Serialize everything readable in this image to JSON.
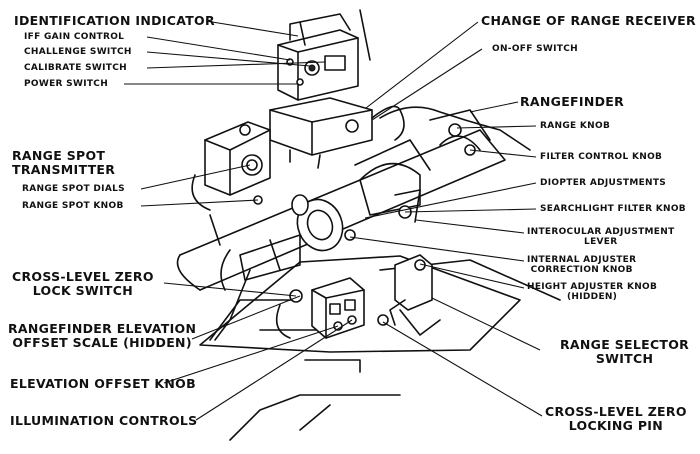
{
  "labels": {
    "identification_indicator": "IDENTIFICATION INDICATOR",
    "iff_gain_control": "IFF GAIN CONTROL",
    "challenge_switch": "CHALLENGE SWITCH",
    "calibrate_switch": "CALIBRATE SWITCH",
    "power_switch": "POWER SWITCH",
    "range_spot_transmitter_1": "RANGE SPOT",
    "range_spot_transmitter_2": "TRANSMITTER",
    "range_spot_dials": "RANGE SPOT DIALS",
    "range_spot_knob": "RANGE SPOT KNOB",
    "cross_level_zero_lock_switch_1": "CROSS-LEVEL ZERO",
    "cross_level_zero_lock_switch_2": "LOCK SWITCH",
    "rangefinder_elevation_offset_scale_1": "RANGEFINDER ELEVATION",
    "rangefinder_elevation_offset_scale_2": "OFFSET SCALE (HIDDEN)",
    "elevation_offset_knob": "ELEVATION OFFSET KNOB",
    "illumination_controls": "ILLUMINATION CONTROLS",
    "change_of_range_receiver": "CHANGE OF RANGE RECEIVER",
    "on_off_switch": "ON-OFF SWITCH",
    "rangefinder": "RANGEFINDER",
    "range_knob": "RANGE KNOB",
    "filter_control_knob": "FILTER CONTROL KNOB",
    "diopter_adjustments": "DIOPTER ADJUSTMENTS",
    "searchlight_filter_knob": "SEARCHLIGHT FILTER KNOB",
    "interocular_adjustment_lever_1": "INTEROCULAR ADJUSTMENT",
    "interocular_adjustment_lever_2": "LEVER",
    "internal_adjuster_correction_knob_1": "INTERNAL ADJUSTER",
    "internal_adjuster_correction_knob_2": "CORRECTION KNOB",
    "height_adjuster_knob_1": "HEIGHT ADJUSTER KNOB",
    "height_adjuster_knob_2": "(HIDDEN)",
    "range_selector_switch_1": "RANGE SELECTOR",
    "range_selector_switch_2": "SWITCH",
    "cross_level_zero_locking_pin_1": "CROSS-LEVEL ZERO",
    "cross_level_zero_locking_pin_2": "LOCKING PIN"
  }
}
